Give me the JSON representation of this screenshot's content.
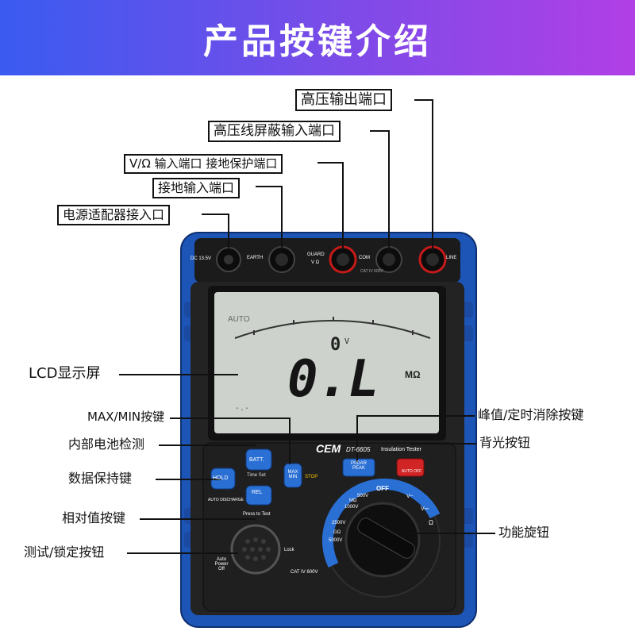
{
  "header": {
    "title": "产品按键介绍"
  },
  "callouts": {
    "hv_output": "高压输出端口",
    "hv_guard": "高压线屏蔽输入端口",
    "v_ohm": "V/Ω 输入端口 接地保护端口",
    "earth_input": "接地输入端口",
    "power_adapter": "电源适配器接入口",
    "lcd": "LCD显示屏",
    "maxmin": "MAX/MIN按键",
    "battery": "内部电池检测",
    "hold": "数据保持键",
    "rel": "相对值按键",
    "test_lock": "测试/锁定按钮",
    "peak": "峰值/定时消除按键",
    "backlight": "背光按钮",
    "rotary": "功能旋钮"
  },
  "device": {
    "terminals": {
      "dc": "DC 13.5V",
      "earth": "EARTH",
      "guard": "GUARD",
      "v_ohm": "V Ω",
      "com": "COM",
      "line": "LINE",
      "cat": "CAT IV 600V"
    },
    "lcd": {
      "auto": "AUTO",
      "small_value": "0",
      "small_unit": "V",
      "main_value": "0.L",
      "unit": "MΩ",
      "dash": "-.-"
    },
    "brand": "CEM",
    "model": "DT-6605",
    "model_desc": "Insulation Tester",
    "buttons": {
      "batt": "BATT.",
      "time_set": "Time Set",
      "hold": "HOLD",
      "maxmin": "MAX MIN",
      "rel": "REL",
      "stop": "STOP",
      "peak": "PI/DAR PEAK",
      "backlight": "AUTO OFF"
    },
    "test": {
      "auto_discharge": "AUTO DISCHARGE",
      "press": "Press to Test",
      "lock": "Lock",
      "auto_off": "Auto Power Off",
      "cat_bottom": "CAT IV 600V"
    },
    "dial": {
      "off": "OFF",
      "v_ac": "V~",
      "v_dc": "V⎓",
      "ohm": "Ω",
      "m500": "500V",
      "m1000": "1000V",
      "m2500": "2500V",
      "m5000": "5000V",
      "mohm": "MΩ",
      "gohm": "GΩ"
    }
  }
}
